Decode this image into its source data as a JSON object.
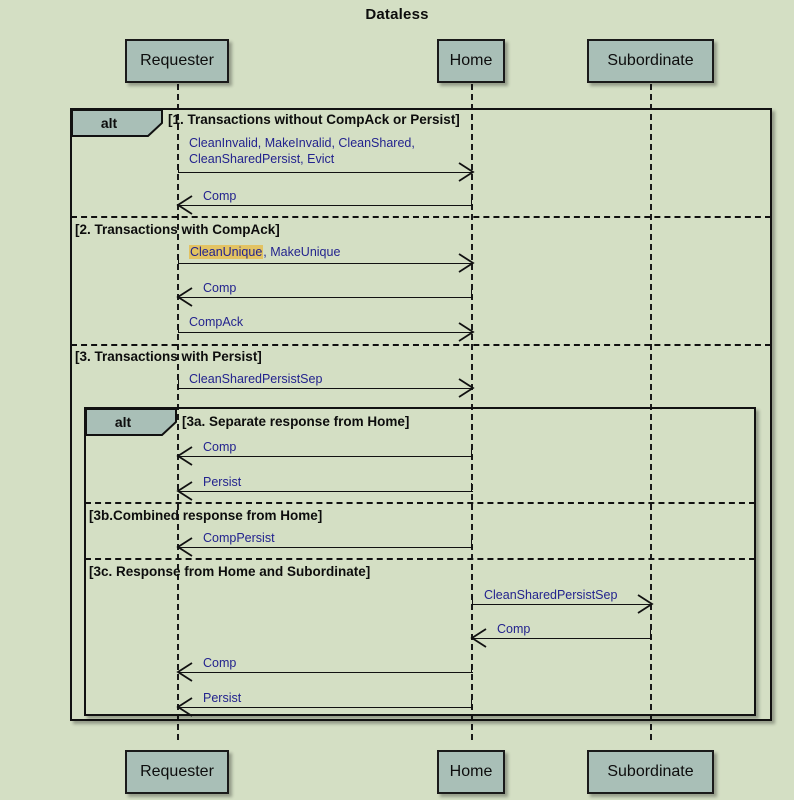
{
  "diagram": {
    "title": "Dataless",
    "type": "uml-sequence-diagram",
    "background_color": "#d4dfc4",
    "participant_fill": "#a9bfb7",
    "message_text_color": "#23238e",
    "highlight_color": "#e3c362"
  },
  "participants": [
    {
      "id": "requester",
      "label": "Requester"
    },
    {
      "id": "home",
      "label": "Home"
    },
    {
      "id": "subordinate",
      "label": "Subordinate"
    }
  ],
  "participants_bottom": [
    {
      "id": "requester-bottom",
      "label": "Requester"
    },
    {
      "id": "home-bottom",
      "label": "Home"
    },
    {
      "id": "subordinate-bottom",
      "label": "Subordinate"
    }
  ],
  "fragments": {
    "outer": {
      "operator": "alt",
      "operands": [
        {
          "guard": "[1. Transactions without CompAck or Persist]"
        },
        {
          "guard": "[2. Transactions with CompAck]"
        },
        {
          "guard": "[3. Transactions with Persist]"
        }
      ]
    },
    "inner": {
      "operator": "alt",
      "operands": [
        {
          "guard": "[3a. Separate response from Home]"
        },
        {
          "guard": "[3b.Combined response from Home]"
        },
        {
          "guard": "[3c. Response from Home and Subordinate]"
        }
      ]
    }
  },
  "messages": [
    {
      "id": "m1",
      "from": "requester",
      "to": "home",
      "label_line1": "CleanInvalid, MakeInvalid, CleanShared,",
      "label_line2": "CleanSharedPersist, Evict",
      "direction": "right"
    },
    {
      "id": "m2",
      "from": "home",
      "to": "requester",
      "label_line1": "Comp",
      "direction": "left"
    },
    {
      "id": "m3",
      "from": "requester",
      "to": "home",
      "label_line1": "CleanUnique",
      "label_highlight": "CleanUnique",
      "label_rest": ", MakeUnique",
      "direction": "right"
    },
    {
      "id": "m4",
      "from": "home",
      "to": "requester",
      "label_line1": "Comp",
      "direction": "left"
    },
    {
      "id": "m5",
      "from": "requester",
      "to": "home",
      "label_line1": "CompAck",
      "direction": "right"
    },
    {
      "id": "m6",
      "from": "requester",
      "to": "home",
      "label_line1": "CleanSharedPersistSep",
      "direction": "right"
    },
    {
      "id": "m7",
      "from": "home",
      "to": "requester",
      "label_line1": "Comp",
      "direction": "left"
    },
    {
      "id": "m8",
      "from": "home",
      "to": "requester",
      "label_line1": "Persist",
      "direction": "left"
    },
    {
      "id": "m9",
      "from": "home",
      "to": "requester",
      "label_line1": "CompPersist",
      "direction": "left"
    },
    {
      "id": "m10",
      "from": "home",
      "to": "subordinate",
      "label_line1": "CleanSharedPersistSep",
      "direction": "right"
    },
    {
      "id": "m11",
      "from": "subordinate",
      "to": "home",
      "label_line1": "Comp",
      "direction": "left"
    },
    {
      "id": "m12",
      "from": "home",
      "to": "requester",
      "label_line1": "Comp",
      "direction": "left"
    },
    {
      "id": "m13",
      "from": "home",
      "to": "requester",
      "label_line1": "Persist",
      "direction": "left"
    }
  ]
}
